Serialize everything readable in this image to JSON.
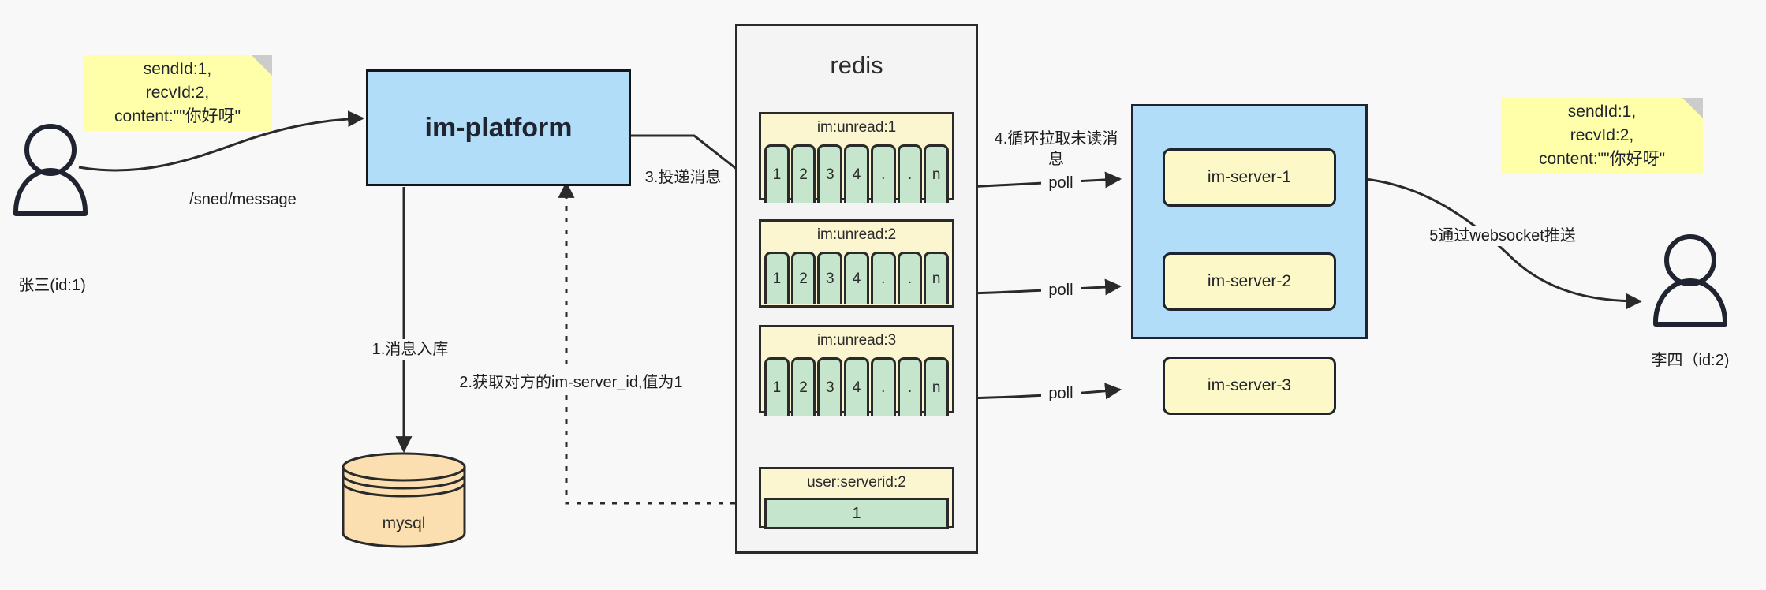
{
  "diagram": {
    "title": "IM message delivery architecture",
    "colors": {
      "sticky": "#ffffaa",
      "blue": "#b1ddf8",
      "key_header": "#fcf6d0",
      "key_cell": "#c5e5cd",
      "db": "#fcdfb0",
      "stroke": "#2a2a2a",
      "canvas": "#f8f8f8"
    }
  },
  "notes": {
    "left": "sendId:1,\nrecvId:2,\ncontent:\"\"你好呀\"",
    "right": "sendId:1,\nrecvId:2,\ncontent:\"\"你好呀\""
  },
  "actors": {
    "sender": {
      "label": "张三(id:1)",
      "icon": "user-icon"
    },
    "receiver": {
      "label": "李四（id:2)",
      "icon": "user-icon"
    }
  },
  "nodes": {
    "im_platform": "im-platform",
    "mysql": "mysql",
    "redis": "redis"
  },
  "redis": {
    "keys": [
      {
        "name": "im:unread:1",
        "cells": [
          "1",
          "2",
          "3",
          "4",
          ".",
          ".",
          "n"
        ]
      },
      {
        "name": "im:unread:2",
        "cells": [
          "1",
          "2",
          "3",
          "4",
          ".",
          ".",
          "n"
        ]
      },
      {
        "name": "im:unread:3",
        "cells": [
          "1",
          "2",
          "3",
          "4",
          ".",
          ".",
          "n"
        ]
      }
    ],
    "serverid_key": {
      "name": "user:serverid:2",
      "value": "1"
    }
  },
  "servers": [
    {
      "label": "im-server-1"
    },
    {
      "label": "im-server-2"
    },
    {
      "label": "im-server-3"
    }
  ],
  "edges": {
    "send_message": "/sned/message",
    "step1": "1.消息入库",
    "step2": "2.获取对方的im-server_id,值为1",
    "step3": "3.投递消息",
    "step4": "4.循环拉取未读消\n息",
    "step5": "5通过websocket推送",
    "poll1": "poll",
    "poll2": "poll",
    "poll3": "poll"
  }
}
